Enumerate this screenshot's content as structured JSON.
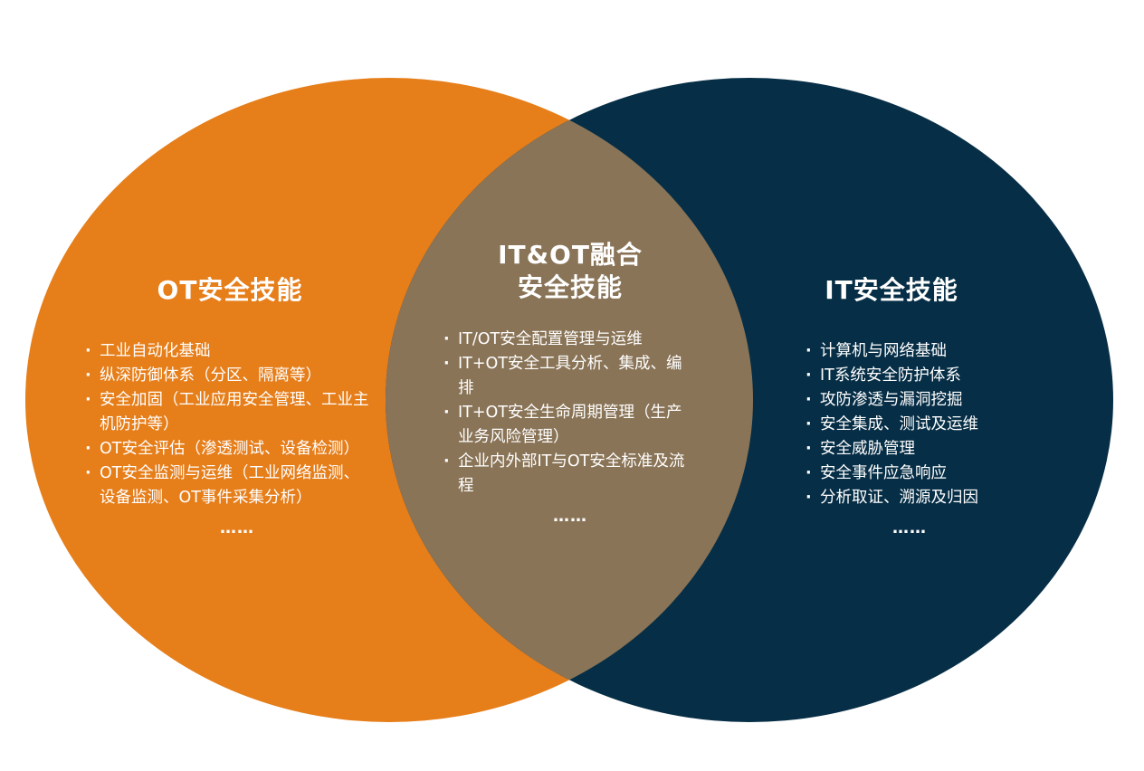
{
  "colors": {
    "ot_circle": "#E67E1A",
    "it_circle": "#062E46",
    "overlap": "#8A7457",
    "text": "#FFFFFF"
  },
  "ot": {
    "title": "OT安全技能",
    "items": [
      "工业自动化基础",
      "纵深防御体系（分区、隔离等）",
      "安全加固（工业应用安全管理、工业主机防护等）",
      "OT安全评估（渗透测试、设备检测）",
      "OT安全监测与运维（工业网络监测、设备监测、OT事件采集分析）"
    ],
    "ellipsis": "……"
  },
  "overlap": {
    "title_line1": "IT&OT融合",
    "title_line2": "安全技能",
    "items": [
      "IT/OT安全配置管理与运维",
      "IT+OT安全工具分析、集成、编排",
      "IT+OT安全生命周期管理（生产业务风险管理）",
      "企业内外部IT与OT安全标准及流程"
    ],
    "ellipsis": "……"
  },
  "it": {
    "title": "IT安全技能",
    "items": [
      "计算机与网络基础",
      "IT系统安全防护体系",
      "攻防渗透与漏洞挖掘",
      "安全集成、测试及运维",
      "安全威胁管理",
      "安全事件应急响应",
      "分析取证、溯源及归因"
    ],
    "ellipsis": "……"
  }
}
